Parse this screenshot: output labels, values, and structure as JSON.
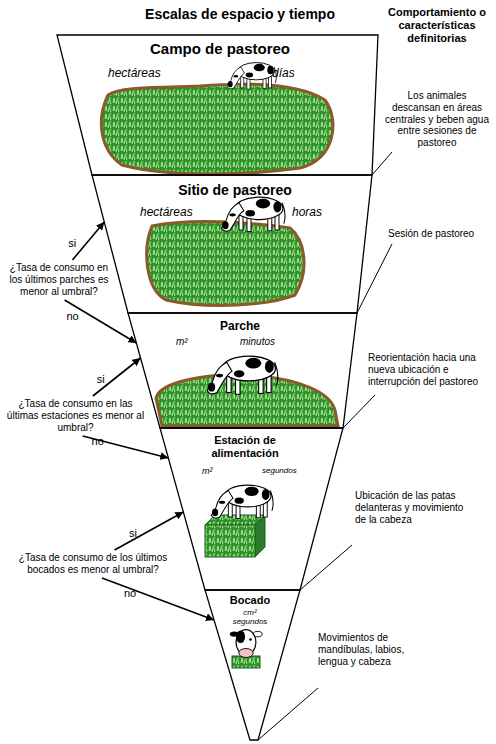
{
  "diagram": {
    "title": "Escalas de espacio y tiempo",
    "nodes": [
      {
        "text": [
          "Campo de pastoreo",
          "hectáreas",
          "días"
        ]
      },
      {
        "text": [
          "Sitio de pastoreo",
          "hectáreas",
          "horas"
        ]
      },
      {
        "text": [
          "¿Tasa de consumo en los últimos parches es menor al umbral?"
        ]
      },
      {
        "text": [
          "Parche",
          "m²",
          "minutos"
        ]
      },
      {
        "text": [
          "¿Tasa de consumo en las últimas estaciones es menor al umbral?"
        ]
      },
      {
        "text": [
          "Estación de alimentación",
          "m²",
          "segundos"
        ]
      },
      {
        "text": [
          "¿Tasa de consumo de los últimos bocados es menor al umbral?"
        ]
      },
      {
        "text": [
          "Bocado",
          "cm²",
          "segundos"
        ]
      }
    ],
    "edges": [
      {
        "from": 2,
        "to": 1,
        "label": "si",
        "arrow": "to"
      },
      {
        "from": 2,
        "to": 3,
        "label": "no",
        "arrow": "to"
      },
      {
        "from": 4,
        "to": 3,
        "label": "si",
        "arrow": "to"
      },
      {
        "from": 4,
        "to": 5,
        "label": "no",
        "arrow": "to"
      },
      {
        "from": 6,
        "to": 5,
        "label": "si",
        "arrow": "to"
      },
      {
        "from": 6,
        "to": 7,
        "label": "no",
        "arrow": "to"
      }
    ],
    "labels": [
      "Comportamiento o características definitorias",
      "Los animales descansan en áreas centrales y beben agua entre sesiones de pastoreo",
      "Sesión de pastoreo",
      "Reorientación hacia una nueva ubicación e interrupción del pastoreo",
      "Ubicación de las patas delanteras y movimiento de la cabeza",
      "Movimientos de mandíbulas, labios, lengua y cabeza"
    ]
  }
}
